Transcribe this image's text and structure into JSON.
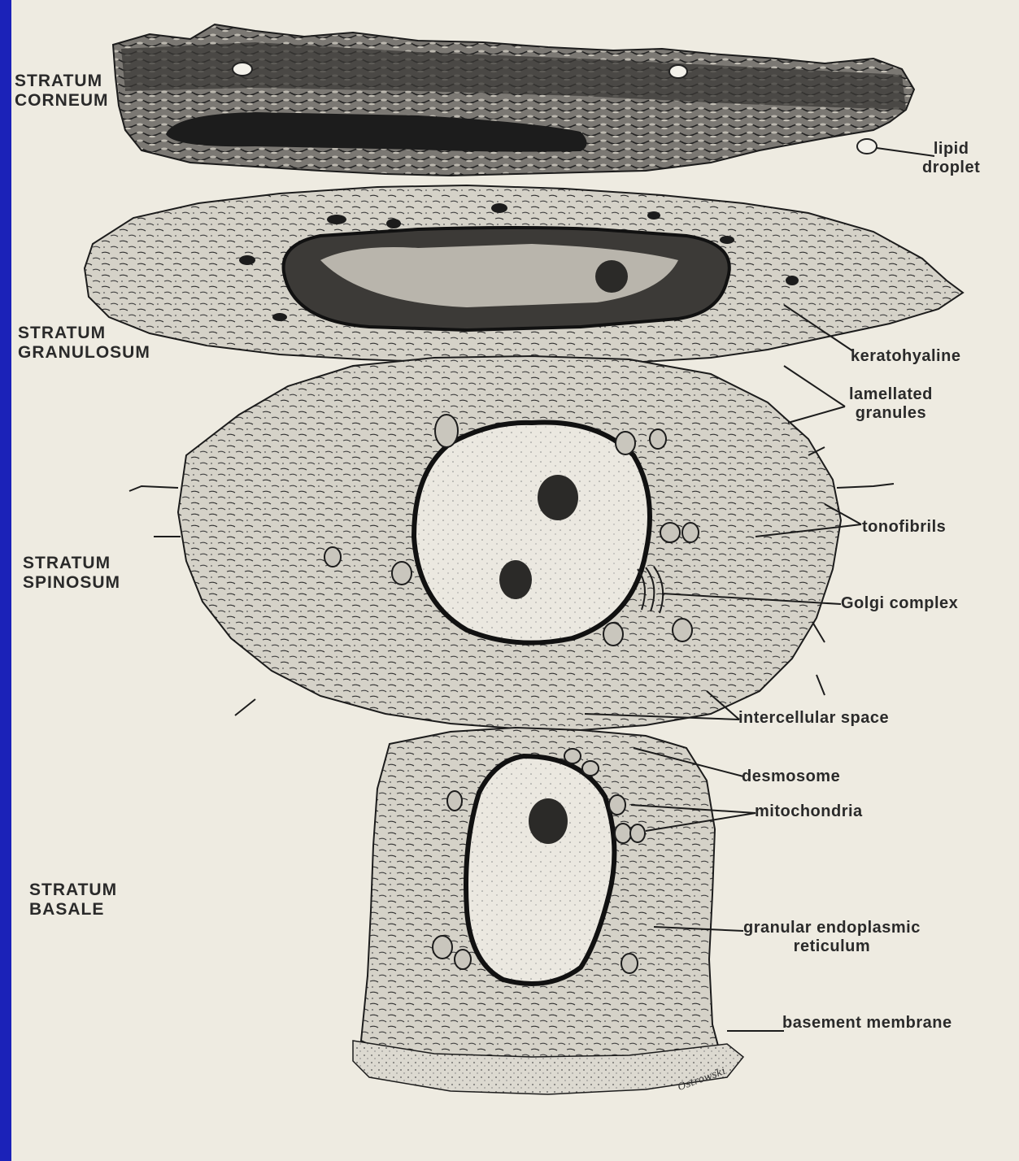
{
  "layers": {
    "corneum": [
      "STRATUM",
      "CORNEUM"
    ],
    "granulosum": [
      "STRATUM",
      "GRANULOSUM"
    ],
    "spinosum": [
      "STRATUM",
      "SPINOSUM"
    ],
    "basale": [
      "STRATUM",
      "BASALE"
    ]
  },
  "labels": {
    "lipid_droplet": [
      "lipid",
      "droplet"
    ],
    "keratohyaline": "keratohyaline",
    "lamellated_granules": [
      "lamellated",
      "granules"
    ],
    "tonofibrils": "tonofibrils",
    "golgi_complex": "Golgi complex",
    "intercellular_space": "intercellular space",
    "desmosome": "desmosome",
    "mitochondria": "mitochondria",
    "granular_er": [
      "granular endoplasmic",
      "reticulum"
    ],
    "basement_membrane": "basement membrane"
  },
  "signature": "Ostrowski",
  "colors": {
    "frame": "#1b22b8",
    "paper": "#eeebe1",
    "ink": "#1c1c1c",
    "cytoplasm": "#d8d5cc",
    "nucleus": "#e9e6de"
  }
}
